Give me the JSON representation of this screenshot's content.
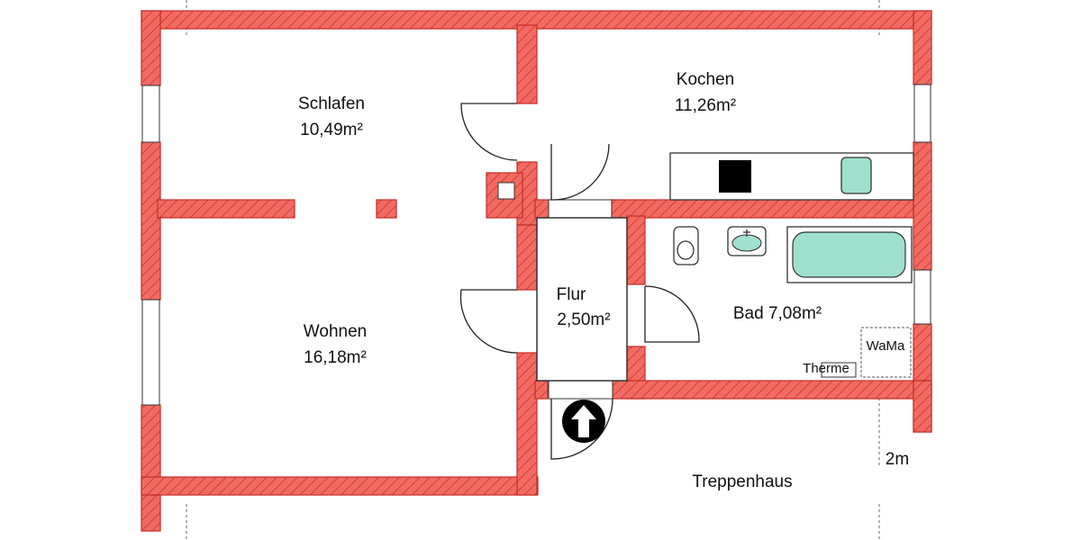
{
  "rooms": {
    "schlafen": {
      "name": "Schlafen",
      "area": "10,49m²"
    },
    "kochen": {
      "name": "Kochen",
      "area": "11,26m²"
    },
    "wohnen": {
      "name": "Wohnen",
      "area": "16,18m²"
    },
    "flur": {
      "name": "Flur",
      "area": "2,50m²"
    },
    "bad": {
      "name": "Bad 7,08m²"
    }
  },
  "fixtures": {
    "wama": "WaMa",
    "therme": "Therme"
  },
  "labels": {
    "treppenhaus": "Treppenhaus",
    "scale": "2m"
  },
  "colors": {
    "wall": "#f26b62",
    "wall_hatch": "#c42b26",
    "fixture": "#9fe0cf"
  }
}
